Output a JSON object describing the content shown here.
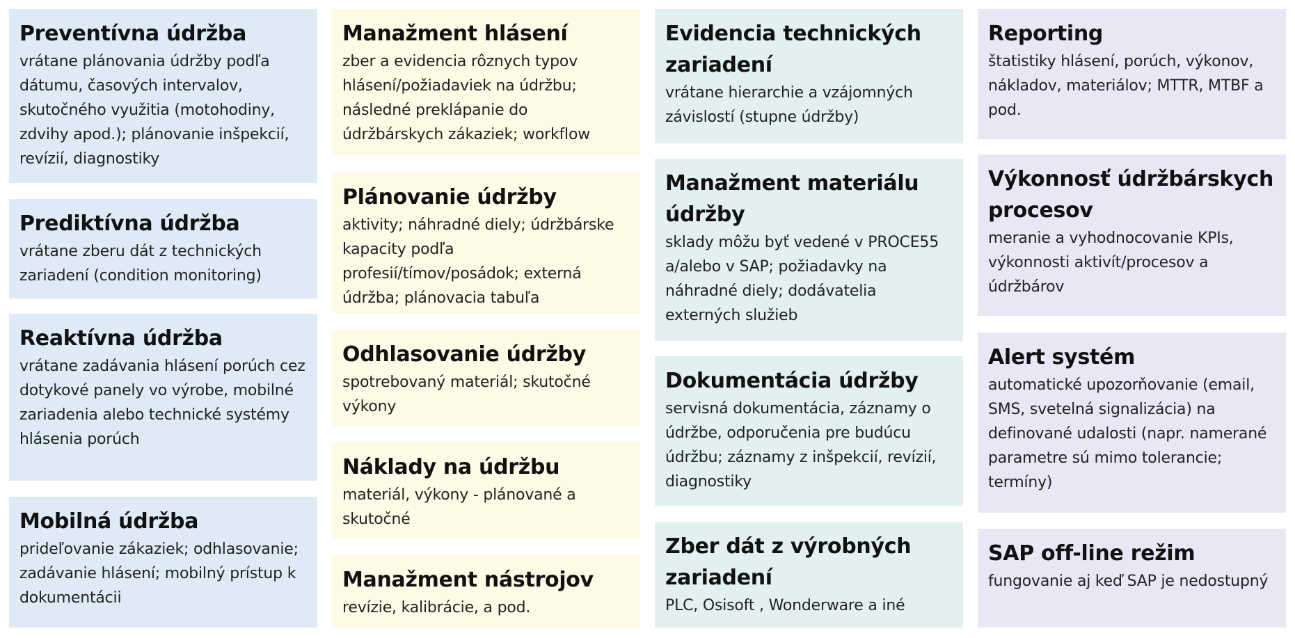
{
  "cards": [
    {
      "id": "preventivna",
      "title": "Preventívna údržba",
      "text": "vrátane plánovania údržby podľa dátumu, časových intervalov, skutočného využitia (motohodiny, zdvihy apod.); plánovanie inšpekcií, revízií, diagnostiky"
    },
    {
      "id": "prediktivna",
      "title": "Prediktívna údržba",
      "text": "vrátane zberu dát z technických zariadení (condition monitoring)"
    },
    {
      "id": "reaktivna",
      "title": "Reaktívna údržba",
      "text": "vrátane zadávania hlásení porúch cez dotykové panely vo výrobe, mobilné zariadenia alebo technické systémy hlásenia porúch"
    },
    {
      "id": "mobilna",
      "title": "Mobilná údržba",
      "text": "prideľovanie zákaziek; odhlasovanie; zadávanie hlásení; mobilný prístup k dokumentácii"
    },
    {
      "id": "hlasenia",
      "title": "Manažment hlásení",
      "text": "zber a evidencia rôznych typov hlásení/požiadaviek na údržbu; následné preklápanie do údržbárskych zákaziek; workflow"
    },
    {
      "id": "planovanie",
      "title": "Plánovanie údržby",
      "text": "aktivity; náhradné diely; údržbárske kapacity podľa profesií/tímov/posádok; externá údržba; plánovacia tabuľa"
    },
    {
      "id": "odhlasovanie",
      "title": "Odhlasovanie údržby",
      "text": "spotrebovaný materiál; skutočné výkony"
    },
    {
      "id": "naklady",
      "title": "Náklady na údržbu",
      "text": "materiál, výkony - plánované a skutočné"
    },
    {
      "id": "nastroje",
      "title": "Manažment nástrojov",
      "text": "revízie, kalibrácie, a pod."
    },
    {
      "id": "evidencia",
      "title": "Evidencia technických zariadení",
      "text": "vrátane hierarchie a vzájomných závislostí (stupne údržby)"
    },
    {
      "id": "material",
      "title": "Manažment materiálu údržby",
      "text": "sklady môžu byť vedené v PROCE55 a/alebo v SAP; požiadavky na náhradné diely; dodávatelia externých služieb"
    },
    {
      "id": "dokumentacia",
      "title": "Dokumentácia údržby",
      "text": "servisná dokumentácia, záznamy o údržbe, odporučenia pre budúcu údržbu; záznamy z inšpekcií, revízií, diagnostiky"
    },
    {
      "id": "zber",
      "title": "Zber dát z výrobných zariadení",
      "text": "PLC, Osisoft , Wonderware a iné"
    },
    {
      "id": "reporting",
      "title": "Reporting",
      "text": "štatistiky hlásení, porúch, výkonov, nákladov, materiálov; MTTR, MTBF a pod."
    },
    {
      "id": "vykonnost",
      "title": "Výkonnosť údržbárskych procesov",
      "text": "meranie a vyhodnocovanie KPIs, výkonnosti aktivít/procesov a údržbárov"
    },
    {
      "id": "alert",
      "title": "Alert systém",
      "text": "automatické upozorňovanie (email, SMS, svetelná signalizácia) na definované udalosti (napr. namerané parametre sú mimo tolerancie; termíny)"
    },
    {
      "id": "offline",
      "title": "SAP off-line režim",
      "text": "fungovanie aj keď SAP je nedostupný"
    }
  ]
}
